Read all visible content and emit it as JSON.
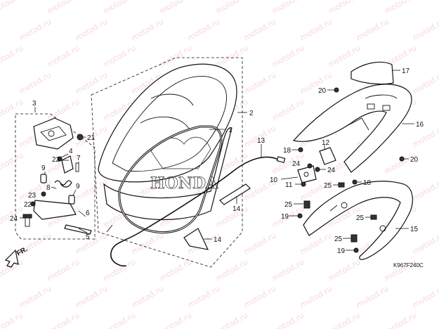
{
  "watermark": {
    "text": "motod.ru"
  },
  "direction_label": "FR.",
  "diagram_code": "K967F240C",
  "brand_logo_text": "HONDA",
  "callouts": {
    "c1": "1",
    "c2": "2",
    "c3": "3",
    "c4": "4",
    "c5": "5",
    "c6": "6",
    "c7": "7",
    "c8": "8",
    "c9a": "9",
    "c9b": "9",
    "c10": "10",
    "c11": "11",
    "c12": "12",
    "c13": "13",
    "c14a": "14",
    "c14b": "14",
    "c15": "15",
    "c16": "16",
    "c17": "17",
    "c18a": "18",
    "c18b": "18",
    "c19a": "19",
    "c19b": "19",
    "c20a": "20",
    "c20b": "20",
    "c21": "21",
    "c22a": "22",
    "c22b": "22",
    "c23": "23",
    "c24a": "24",
    "c24b": "24",
    "c25a": "25",
    "c25b": "25",
    "c25c": "25",
    "c25d": "25"
  }
}
